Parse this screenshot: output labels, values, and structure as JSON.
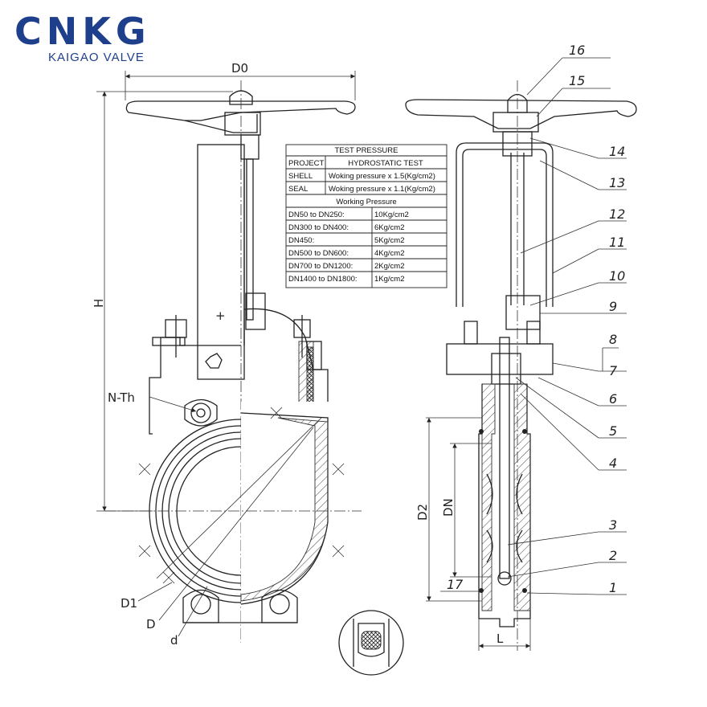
{
  "brand": {
    "logo_text": "CNKG",
    "tagline": "KAIGAO VALVE",
    "color": "#1e3f8c"
  },
  "dimensions": {
    "d0": "D0",
    "h": "H",
    "n_th": "N-Th",
    "d1": "D1",
    "d": "D",
    "small_d": "d",
    "d2": "D2",
    "dn": "DN",
    "l": "L"
  },
  "part_numbers": [
    "1",
    "2",
    "3",
    "4",
    "5",
    "6",
    "7",
    "8",
    "9",
    "10",
    "11",
    "12",
    "13",
    "14",
    "15",
    "16",
    "17"
  ],
  "test_table": {
    "title": "TEST PRESSURE",
    "col_project": "PROJECT",
    "col_test": "HYDROSTATIC TEST",
    "rows": [
      {
        "project": "SHELL",
        "value": "Woking pressure x 1.5(Kg/cm2)"
      },
      {
        "project": "SEAL",
        "value": "Woking pressure x 1.1(Kg/cm2)"
      }
    ],
    "working_title": "Working Pressure",
    "working_rows": [
      {
        "size": "DN50 to DN250:",
        "pressure": "10Kg/cm2"
      },
      {
        "size": "DN300 to DN400:",
        "pressure": "6Kg/cm2"
      },
      {
        "size": "DN450:",
        "pressure": "5Kg/cm2"
      },
      {
        "size": "DN500 to DN600:",
        "pressure": "4Kg/cm2"
      },
      {
        "size": "DN700 to DN1200:",
        "pressure": "2Kg/cm2"
      },
      {
        "size": "DN1400 to DN1800:",
        "pressure": "1Kg/cm2"
      }
    ]
  }
}
